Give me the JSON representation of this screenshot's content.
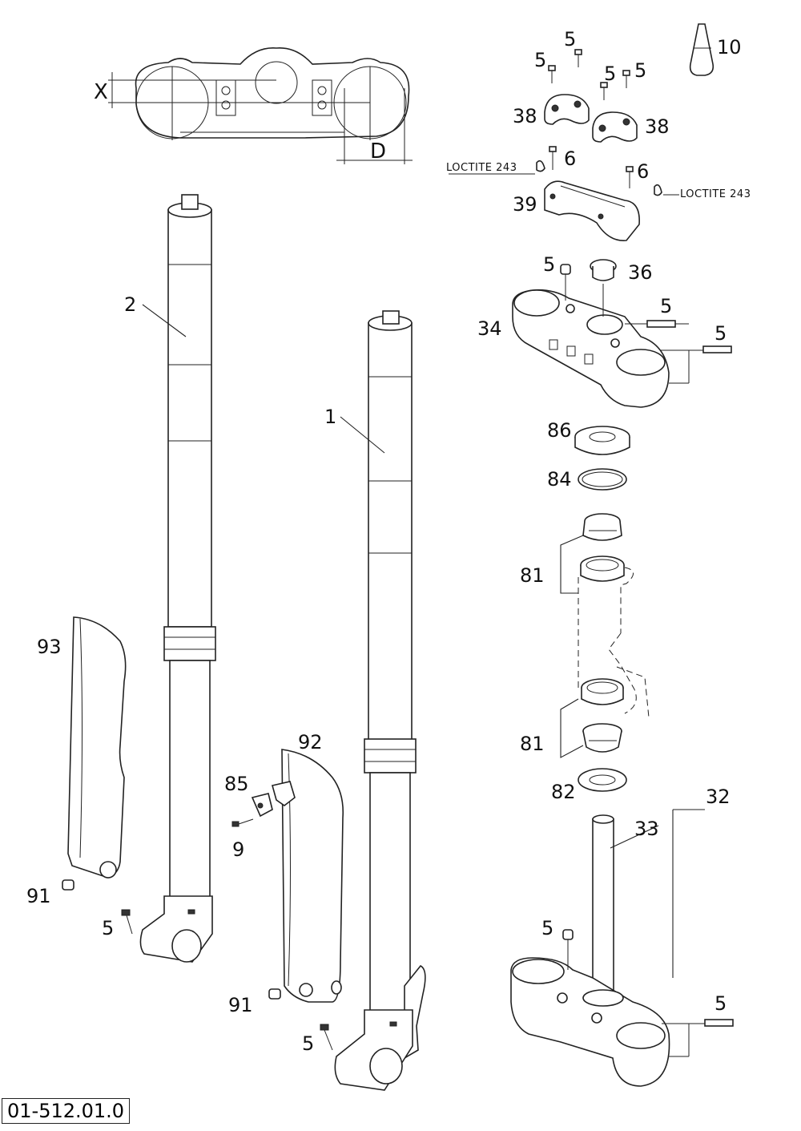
{
  "diagram_code": "01-512.01.0",
  "dimension_labels": {
    "x": "X",
    "d": "D"
  },
  "loctite_label": "LOCTITE 243",
  "part_labels": {
    "p10": "10",
    "p5_a": "5",
    "p5_b": "5",
    "p5_c": "5",
    "p5_d": "5",
    "p38_a": "38",
    "p38_b": "38",
    "p6_a": "6",
    "p6_b": "6",
    "p39": "39",
    "p5_e": "5",
    "p36": "36",
    "p34": "34",
    "p5_f": "5",
    "p5_g": "5",
    "p86": "86",
    "p84": "84",
    "p81_a": "81",
    "p81_b": "81",
    "p82": "82",
    "p32": "32",
    "p33": "33",
    "p5_h": "5",
    "p5_i": "5",
    "p2": "2",
    "p1": "1",
    "p93": "93",
    "p92": "92",
    "p85": "85",
    "p9": "9",
    "p91_a": "91",
    "p5_j": "5",
    "p91_b": "91",
    "p5_k": "5"
  }
}
